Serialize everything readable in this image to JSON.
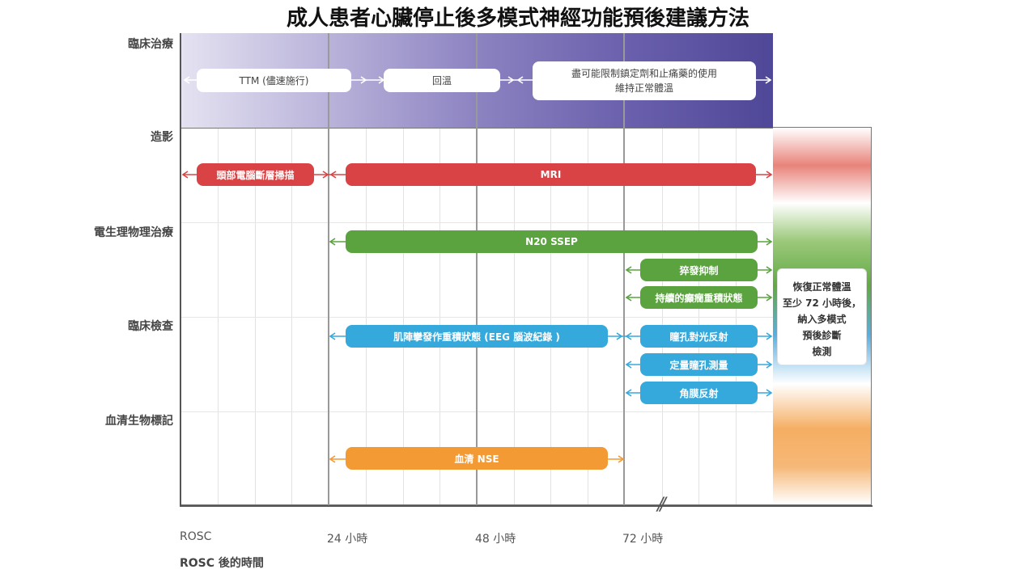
{
  "title": "成人患者心臟停止後多模式神經功能預後建議方法",
  "categories": {
    "clinical_treatment": "臨床治療",
    "imaging": "造影",
    "electrophysiology": "電生理物理治療",
    "clinical_exam": "臨床檢查",
    "serum_markers": "血清生物標記"
  },
  "treatment": {
    "ttm": "TTM (儘速施行)",
    "rewarm": "回溫",
    "limit_sedation": "盡可能限制鎮定劑和止痛藥的使用",
    "maintain_temp": "維持正常體溫"
  },
  "imaging": {
    "ct": "頭部電腦斷層掃描",
    "mri": "MRI"
  },
  "ephys": {
    "ssep": "N20 SSEP",
    "burst": "猝發抑制",
    "status": "持續的癲癇重積狀態"
  },
  "exam": {
    "myoclonus": "肌陣攣發作重積狀態 (EEG 腦波紀錄 )",
    "pupil": "瞳孔對光反射",
    "pupillometry": "定量瞳孔測量",
    "corneal": "角膜反射"
  },
  "serum": {
    "nse": "血清 NSE"
  },
  "right_panel": {
    "l1": "恢復正常體溫",
    "l2": "至少 72 小時後，",
    "l3": "納入多模式",
    "l4": "預後診斷",
    "l5": "檢測"
  },
  "axis": {
    "ticks": [
      "ROSC",
      "24 小時",
      "48 小時",
      "72 小時"
    ],
    "break_mark": "//",
    "label": "ROSC 後的時間"
  },
  "colors": {
    "imaging": "#d94345",
    "ephys": "#5aa33e",
    "exam": "#36a9dc",
    "serum": "#f39a34",
    "treatment_dark": "#4f4797"
  }
}
